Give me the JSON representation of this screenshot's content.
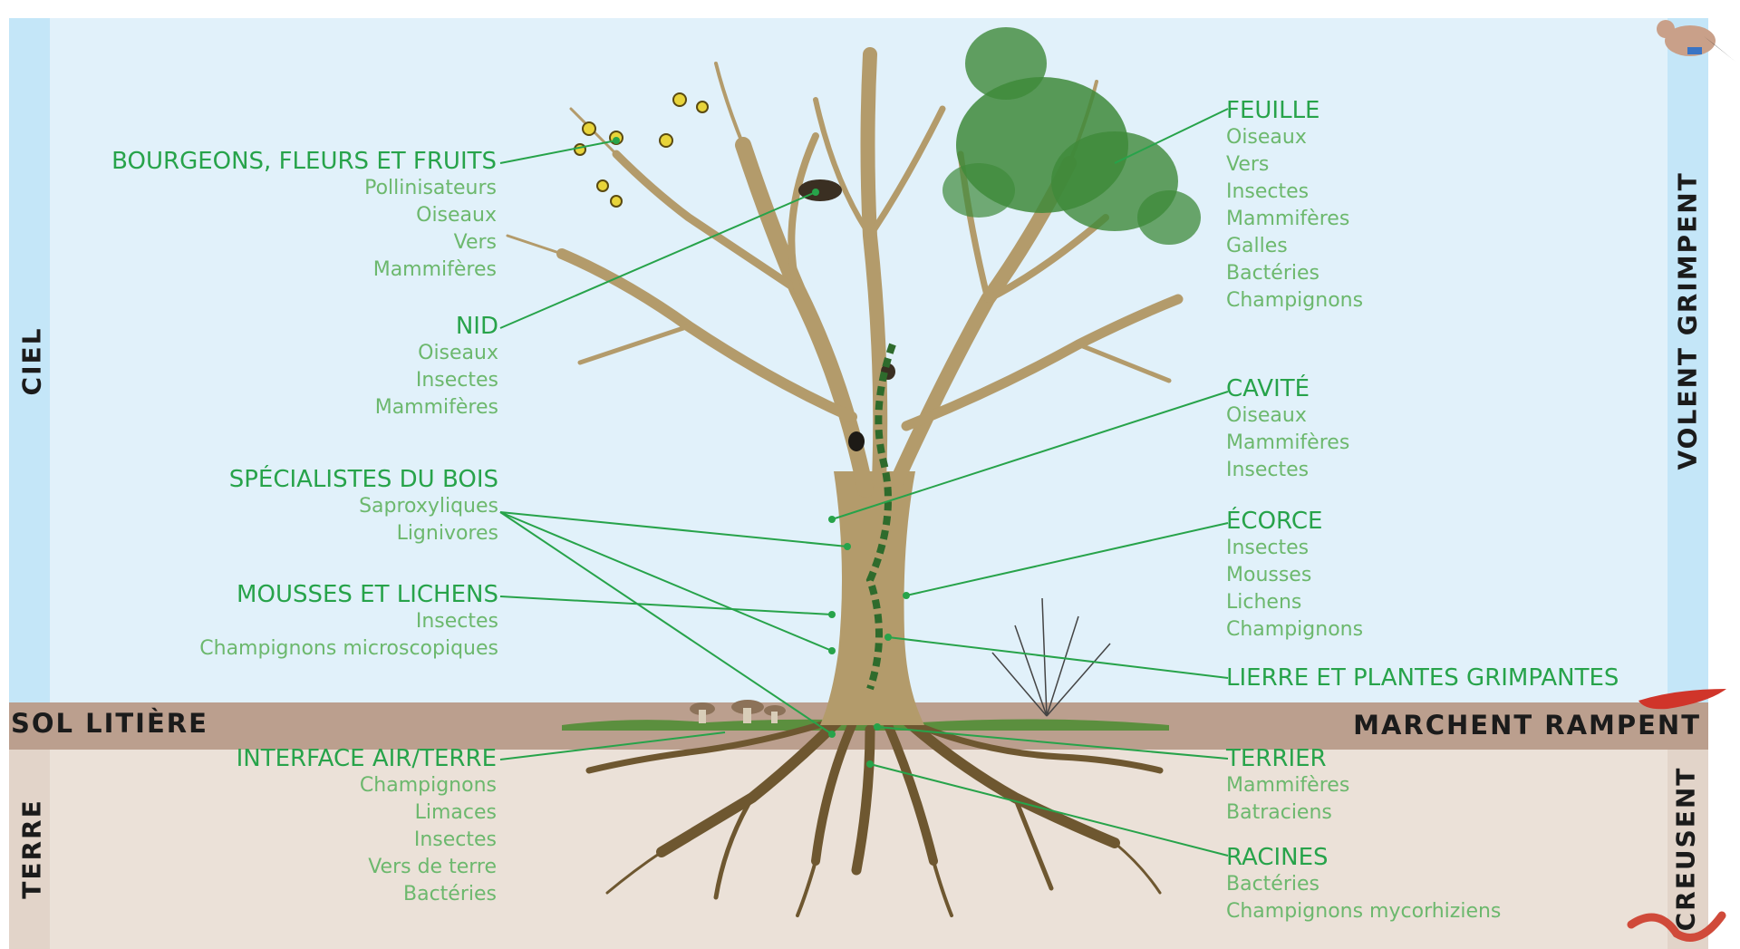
{
  "zones": {
    "ciel": "CIEL",
    "sol_litiere": "SOL LITIÈRE",
    "terre": "TERRE",
    "volent_grimpent": "VOLENT GRIMPENT",
    "marchent_rampent": "MARCHENT RAMPENT",
    "creusent": "CREUSENT"
  },
  "left_labels": [
    {
      "title": "BOURGEONS, FLEURS ET FRUITS",
      "items": [
        "Pollinisateurs",
        "Oiseaux",
        "Vers",
        "Mammifères"
      ]
    },
    {
      "title": "NID",
      "items": [
        "Oiseaux",
        "Insectes",
        "Mammifères"
      ]
    },
    {
      "title": "SPÉCIALISTES DU BOIS",
      "items": [
        "Saproxyliques",
        "Lignivores"
      ]
    },
    {
      "title": "MOUSSES ET LICHENS",
      "items": [
        "Insectes",
        "Champignons microscopiques"
      ]
    },
    {
      "title": "INTERFACE AIR/TERRE",
      "items": [
        "Champignons",
        "Limaces",
        "Insectes",
        "Vers de terre",
        "Bactéries"
      ]
    }
  ],
  "right_labels": [
    {
      "title": "FEUILLE",
      "items": [
        "Oiseaux",
        "Vers",
        "Insectes",
        "Mammifères",
        "Galles",
        "Bactéries",
        "Champignons"
      ]
    },
    {
      "title": "CAVITÉ",
      "items": [
        "Oiseaux",
        "Mammifères",
        "Insectes"
      ]
    },
    {
      "title": "ÉCORCE",
      "items": [
        "Insectes",
        "Mousses",
        "Lichens",
        "Champignons"
      ]
    },
    {
      "title": "LIERRE ET PLANTES GRIMPANTES",
      "items": []
    },
    {
      "title": "TERRIER",
      "items": [
        "Mammifères",
        "Batraciens"
      ]
    },
    {
      "title": "RACINES",
      "items": [
        "Bactéries",
        "Champignons mycorhiziens"
      ]
    }
  ],
  "colors": {
    "sky": "#e1f1fa",
    "side_band": "#c4e6f8",
    "litter_band": "#bb9f8e",
    "soil": "#ebe1d8",
    "soil_band": "#e2d4c9",
    "label_green": "#27a34a",
    "sub_green": "#6cb86d",
    "trunk": "#b39b6b",
    "root": "#6e5730",
    "leaf": "#3e8a3a"
  }
}
